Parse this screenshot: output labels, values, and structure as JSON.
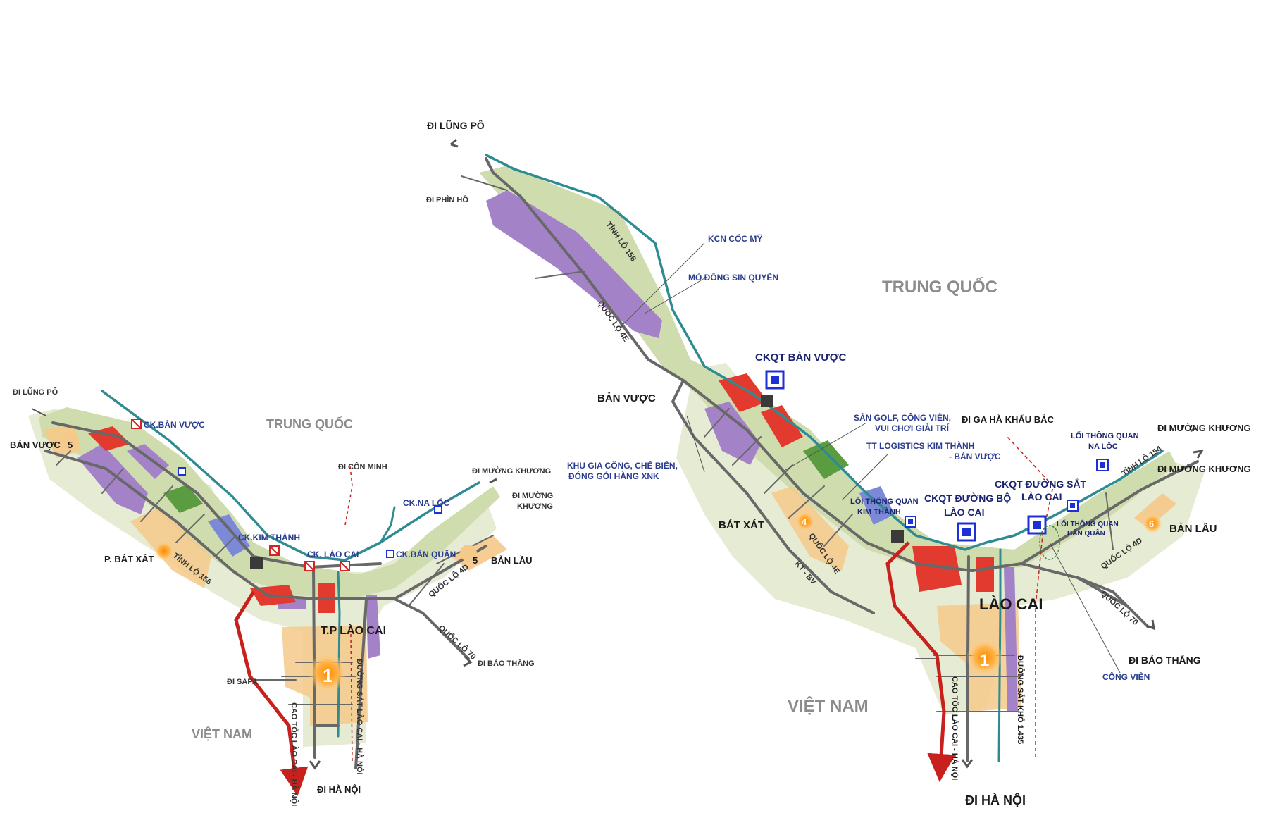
{
  "colors": {
    "river": "#2e8b92",
    "road": "#686868",
    "green_band": "#cfdcae",
    "zone_light": "#e6ebd3",
    "industrial_purple": "#a482c8",
    "red_zone": "#e23a2e",
    "green_zone": "#5a9c3f",
    "blue_zone": "#7b89d6",
    "orange_zone": "#f5c98a",
    "expressway": "#c8201c",
    "checkpoint_blue": "#1d2fd6",
    "checkpoint_red": "#d42424"
  },
  "left_map": {
    "countries": {
      "china": "TRUNG QUỐC",
      "vietnam": "VIỆT NAM"
    },
    "city": "T.P LÀO CAI",
    "places": {
      "ban_vuoc": "BẢN VƯỢC",
      "bat_xat": "P. BÁT XÁT",
      "ban_lau": "BẢN LẦU"
    },
    "markers": {
      "ban_vuoc": "5",
      "bat_xat": "",
      "ban_lau": "5",
      "center": "1"
    },
    "checkpoints": {
      "ban_vuoc": "CK.BẢN VƯỢC",
      "kim_thanh": "CK.KIM THÀNH",
      "lao_cai": "CK. LÀO CAI",
      "na_loc": "CK.NA LỐC",
      "ban_quan": "CK.BẢN QUÂN"
    },
    "directions": {
      "lung_po": "ĐI LŨNG PÔ",
      "con_minh": "ĐI CÔN MINH",
      "muong_khuong_1": "ĐI MƯỜNG KHƯƠNG",
      "muong_khuong_2a": "ĐI MƯỜNG",
      "muong_khuong_2b": "KHƯƠNG",
      "sapa": "ĐI SAPA",
      "bao_thang": "ĐI BẢO THẮNG",
      "ha_noi": "ĐI HÀ NỘI"
    },
    "roads": {
      "tinh_lo": "TỈNH LỘ 156",
      "ql4d": "QUỐC LỘ 4D",
      "ql70": "QUỐC LỘ 70",
      "expressway": "CAO TỐC LÀO CAI - HÀ NỘI",
      "railway": "ĐƯỜNG SẮT LÀO CAI - HÀ NỘI"
    }
  },
  "right_map": {
    "countries": {
      "china": "TRUNG QUỐC",
      "vietnam": "VIỆT NAM"
    },
    "city": "LÀO CAI",
    "places": {
      "ban_vuoc": "BẢN VƯỢC",
      "bat_xat": "BÁT XÁT",
      "ban_lau": "BẢN LẦU"
    },
    "markers": {
      "bat_xat": "4",
      "ban_lau": "6",
      "center": "1"
    },
    "checkpoints": {
      "ckqt_ban_vuoc": "CKQT BẢN VƯỢC",
      "ckqt_duong_bo_1": "CKQT ĐƯỜNG BỘ",
      "ckqt_duong_bo_2": "LÀO CAI",
      "ckqt_duong_sat_1": "CKQT ĐƯỜNG SẮT",
      "ckqt_duong_sat_2": "LÀO CAI",
      "kim_thanh_1": "LỐI THÔNG QUAN",
      "kim_thanh_2": "KIM THÀNH",
      "na_loc_1": "LỐI THÔNG QUAN",
      "na_loc_2": "NA LỐC",
      "ban_quan_1": "LỐI THÔNG QUAN",
      "ban_quan_2": "BẢN QUÂN"
    },
    "callouts": {
      "kcn_coc_my": "KCN CỐC MỸ",
      "mo_dong": "MỎ ĐỒNG SIN QUYỀN",
      "san_golf_1": "SÂN GOLF, CÔNG VIÊN,",
      "san_golf_2": "VUI CHƠI GIẢI TRÍ",
      "logistics_1": "TT LOGISTICS KIM THÀNH",
      "logistics_2": "- BẢN VƯỢC",
      "khu_gia_cong_1": "KHU GIA CÔNG, CHẾ BIẾN,",
      "khu_gia_cong_2": "ĐÓNG GÓI HÀNG XNK",
      "cong_vien": "CÔNG VIÊN"
    },
    "directions": {
      "lung_po": "ĐI LŨNG PÔ",
      "phin_ho": "ĐI PHÌN HỒ",
      "ga_ha_khau": "ĐI GA HÀ KHẨU BẮC",
      "muong_khuong_1": "ĐI MƯỜNG KHƯƠNG",
      "muong_khuong_2": "ĐI MƯỜNG KHƯƠNG",
      "bao_thang": "ĐI BẢO THẮNG",
      "ha_noi": "ĐI HÀ NỘI"
    },
    "roads": {
      "tinh_lo_156": "TỈNH LỘ 156",
      "ql4e_top": "QUỐC LỘ 4E",
      "ql4e": "QUỐC LỘ 4E",
      "kt_bv": "KT - BV",
      "tinh_lo_154": "TỈNH LỘ 154",
      "ql4d": "QUỐC LỘ 4D",
      "ql70": "QUỐC LỘ 70",
      "expressway": "CAO TỐC LÀO CAI - HÀ NỘI",
      "railway": "ĐƯỜNG SẮT KHỔ 1.435"
    }
  }
}
